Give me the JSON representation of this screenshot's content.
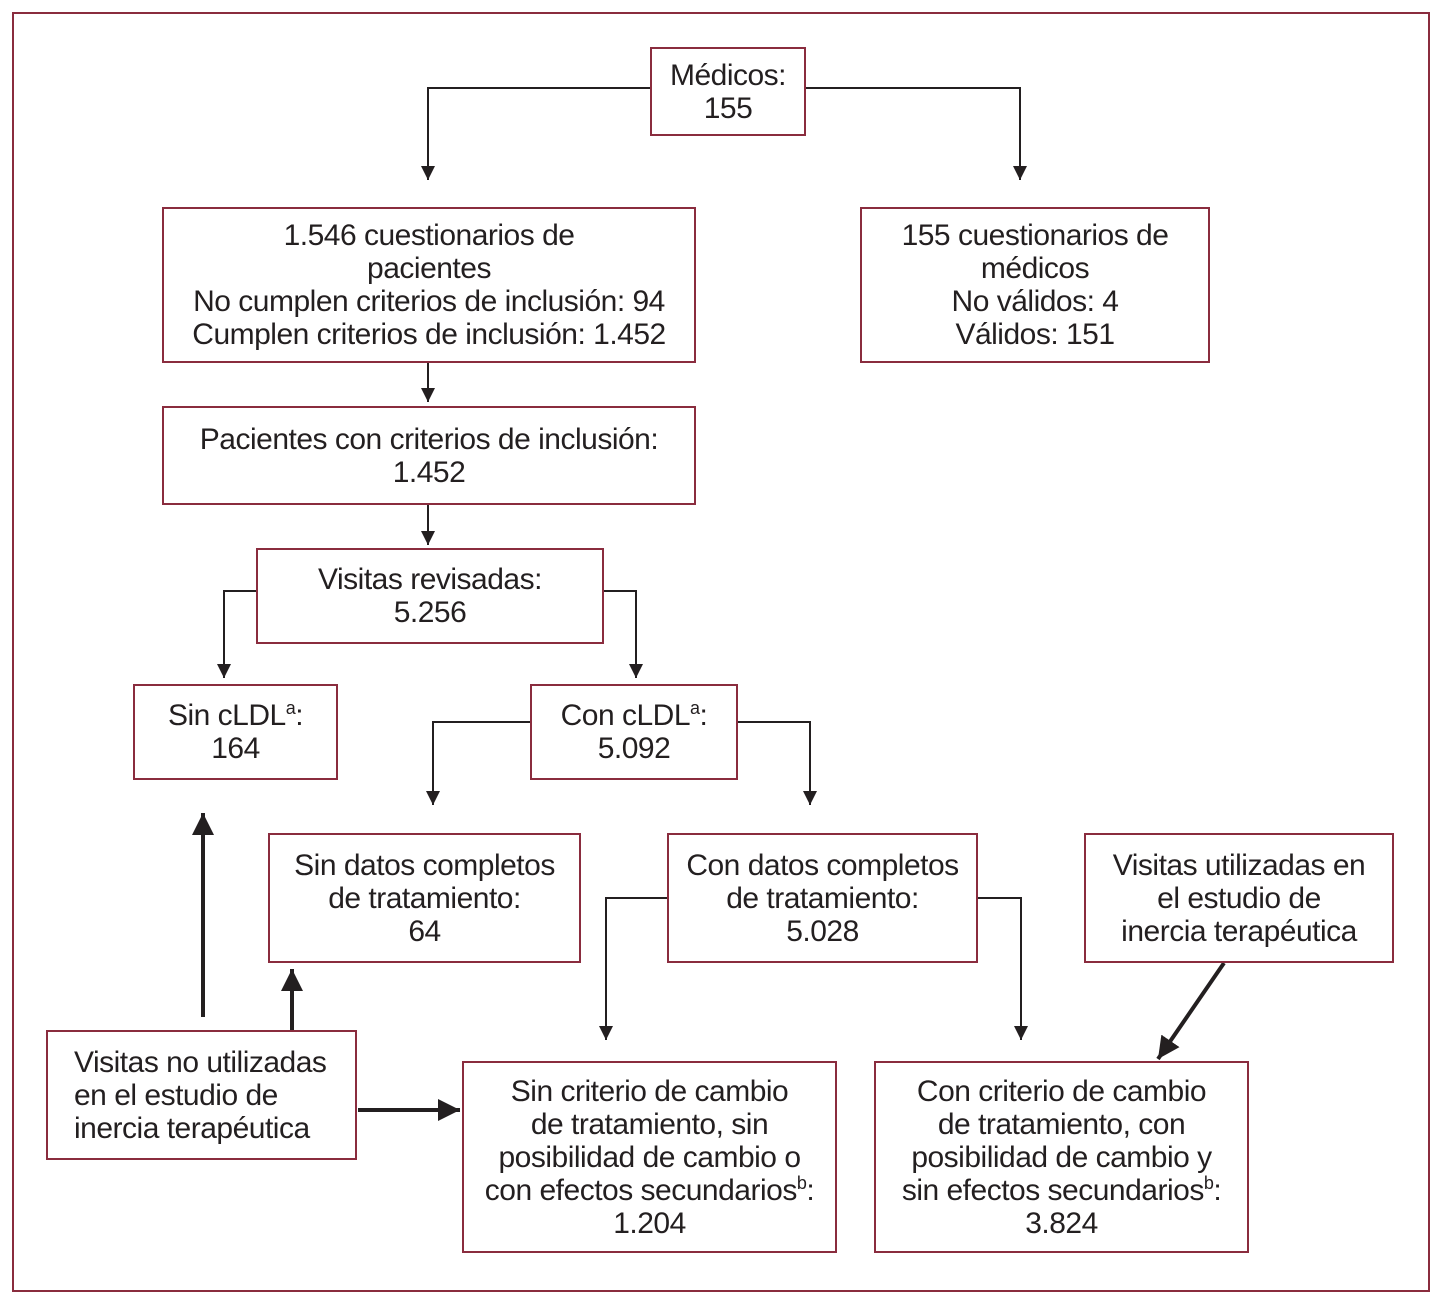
{
  "colors": {
    "box_border": "#8a2c3e",
    "line": "#231f20",
    "text": "#231f20"
  },
  "nodes": {
    "medicos": {
      "lines": [
        "Médicos:",
        "155"
      ]
    },
    "cuestionarios_pacientes": {
      "lines": [
        "1.546 cuestionarios de",
        "pacientes",
        "No cumplen criterios de inclusión: 94",
        "Cumplen criterios de inclusión: 1.452"
      ]
    },
    "cuestionarios_medicos": {
      "lines": [
        "155 cuestionarios de",
        "médicos",
        "No válidos: 4",
        "Válidos: 151"
      ]
    },
    "pacientes_criterios": {
      "lines": [
        "Pacientes con criterios de inclusión:",
        "1.452"
      ]
    },
    "visitas_revisadas": {
      "lines": [
        "Visitas revisadas:",
        "5.256"
      ]
    },
    "sin_cldl": {
      "label": "Sin cLDL",
      "sup": "a",
      "suffix": ":",
      "value": "164"
    },
    "con_cldl": {
      "label": "Con cLDL",
      "sup": "a",
      "suffix": ":",
      "value": "5.092"
    },
    "sin_datos": {
      "lines": [
        "Sin datos completos",
        "de tratamiento:",
        "64"
      ]
    },
    "con_datos": {
      "lines": [
        "Con datos completos",
        "de tratamiento:",
        "5.028"
      ]
    },
    "visitas_utilizadas": {
      "lines": [
        "Visitas utilizadas en",
        "el estudio de",
        "inercia terapéutica"
      ]
    },
    "visitas_no_utilizadas": {
      "lines": [
        "Visitas no utilizadas",
        "en el estudio de",
        "inercia terapéutica"
      ]
    },
    "sin_criterio": {
      "lines": [
        "Sin criterio de cambio",
        "de tratamiento, sin",
        "posibilidad de cambio o"
      ],
      "line4": "con efectos secundarios",
      "sup": "b",
      "suffix": ":",
      "value": "1.204"
    },
    "con_criterio": {
      "lines": [
        "Con criterio de cambio",
        "de tratamiento, con",
        "posibilidad de cambio y"
      ],
      "line4": "sin efectos secundarios",
      "sup": "b",
      "suffix": ":",
      "value": "3.824"
    }
  }
}
